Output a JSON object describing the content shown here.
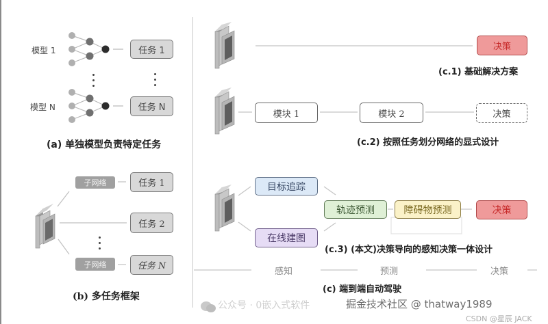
{
  "panel_a": {
    "model_1_label": "模型 1",
    "model_n_label": "模型 N",
    "task_1": "任务 1",
    "task_n": "任务 N",
    "caption": "(a) 单独模型负责特定任务"
  },
  "panel_b": {
    "subnet_label_1": "子网络",
    "subnet_label_n": "子网络",
    "task_1": "任务 1",
    "task_2": "任务 2",
    "task_n": "任务 N",
    "caption": "(b) 多任务框架"
  },
  "panel_c1": {
    "decision": "决策",
    "caption": "(c.1) 基础解决方案"
  },
  "panel_c2": {
    "module_1": "模块 1",
    "module_2": "模块 2",
    "decision": "决策",
    "caption": "(c.2) 按照任务划分网络的显式设计"
  },
  "panel_c3": {
    "object_tracking": "目标追踪",
    "online_mapping": "在线建图",
    "trajectory_prediction": "轨迹预测",
    "obstacle_prediction": "障碍物预测",
    "decision": "决策",
    "caption": "(c.3) (本文)决策导向的感知决策一体设计"
  },
  "stages": {
    "perception": "感知",
    "prediction": "预测",
    "decision": "决策"
  },
  "panel_c_caption": "(c) 端到端自动驾驶",
  "watermarks": {
    "wechat": "公众号 · 0嵌入式软件",
    "juejin": "掘金技术社区 @ thatway1989",
    "csdn": "CSDN @星辰 JACK"
  },
  "colors": {
    "decision_red": "#ef9a9a",
    "tracking_blue": "#dce9f7",
    "trajectory_green": "#dff0d6",
    "obstacle_yellow": "#fbf2c8",
    "mapping_purple": "#e6dcf5",
    "task_grey": "#d8d8d8"
  }
}
